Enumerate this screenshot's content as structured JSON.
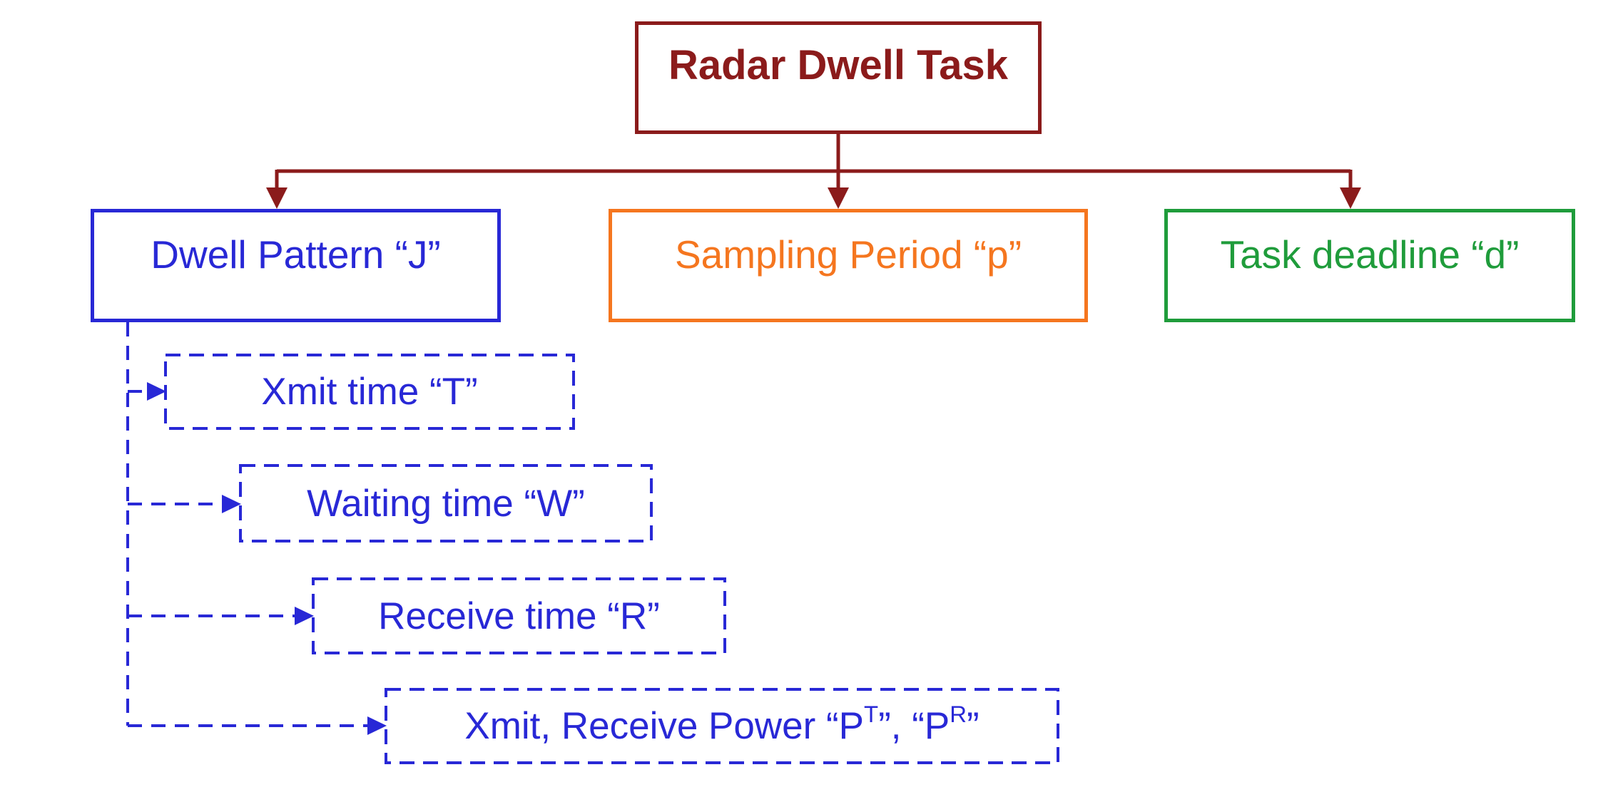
{
  "colors": {
    "maroon": "#8B1B1B",
    "blue": "#2828D6",
    "orange": "#F5761F",
    "green": "#1F9C3B",
    "background": "#FFFFFF"
  },
  "nodes": {
    "root": {
      "label": "Radar Dwell Task"
    },
    "dwell": {
      "label": "Dwell Pattern “J”"
    },
    "sampling": {
      "label": "Sampling Period “p”"
    },
    "deadline": {
      "label": "Task deadline “d”"
    },
    "xmit": {
      "label": "Xmit time “T”"
    },
    "waiting": {
      "label": "Waiting time “W”"
    },
    "receive": {
      "label": "Receive time “R”"
    },
    "power": {
      "p1": "Xmit, Receive Power “P",
      "sup1": "T",
      "p2": "”, “P",
      "sup2": "R",
      "p3": "”"
    }
  },
  "edges": [
    {
      "from": "Radar Dwell Task",
      "to": "Dwell Pattern “J”",
      "style": "solid"
    },
    {
      "from": "Radar Dwell Task",
      "to": "Sampling Period “p”",
      "style": "solid"
    },
    {
      "from": "Radar Dwell Task",
      "to": "Task deadline “d”",
      "style": "solid"
    },
    {
      "from": "Dwell Pattern “J”",
      "to": "Xmit time “T”",
      "style": "dashed"
    },
    {
      "from": "Dwell Pattern “J”",
      "to": "Waiting time “W”",
      "style": "dashed"
    },
    {
      "from": "Dwell Pattern “J”",
      "to": "Receive time “R”",
      "style": "dashed"
    },
    {
      "from": "Dwell Pattern “J”",
      "to": "Xmit, Receive Power “Pᵀ”, “Pᴿ”",
      "style": "dashed"
    }
  ]
}
